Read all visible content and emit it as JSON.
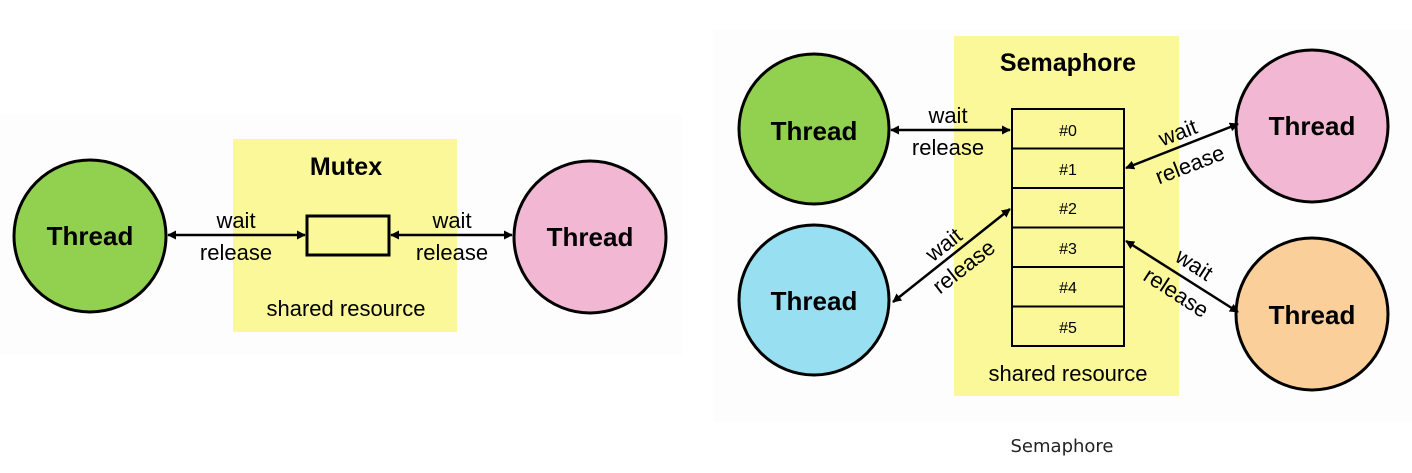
{
  "colors": {
    "panel_bg": "#fdfdfd",
    "resource_bg": "#fbf899",
    "thread_green": "#92d050",
    "thread_pink": "#f2b7d3",
    "thread_blue": "#98dff2",
    "thread_orange": "#fbcf99",
    "stroke": "#000000"
  },
  "mutex": {
    "title": "Mutex",
    "left_thread": "Thread",
    "right_thread": "Thread",
    "left_wait": "wait",
    "left_release": "release",
    "right_wait": "wait",
    "right_release": "release",
    "resource_label": "shared resource"
  },
  "semaphore": {
    "title": "Semaphore",
    "slots": [
      "#0",
      "#1",
      "#2",
      "#3",
      "#4",
      "#5"
    ],
    "threads": {
      "top_left": "Thread",
      "bottom_left": "Thread",
      "top_right": "Thread",
      "bottom_right": "Thread"
    },
    "arrows": {
      "top_left_wait": "wait",
      "top_left_release": "release",
      "bottom_left_wait": "wait",
      "bottom_left_release": "release",
      "top_right_wait": "wait",
      "top_right_release": "release",
      "bottom_right_wait": "wait",
      "bottom_right_release": "release"
    },
    "resource_label": "shared resource"
  },
  "caption": "Semaphore"
}
